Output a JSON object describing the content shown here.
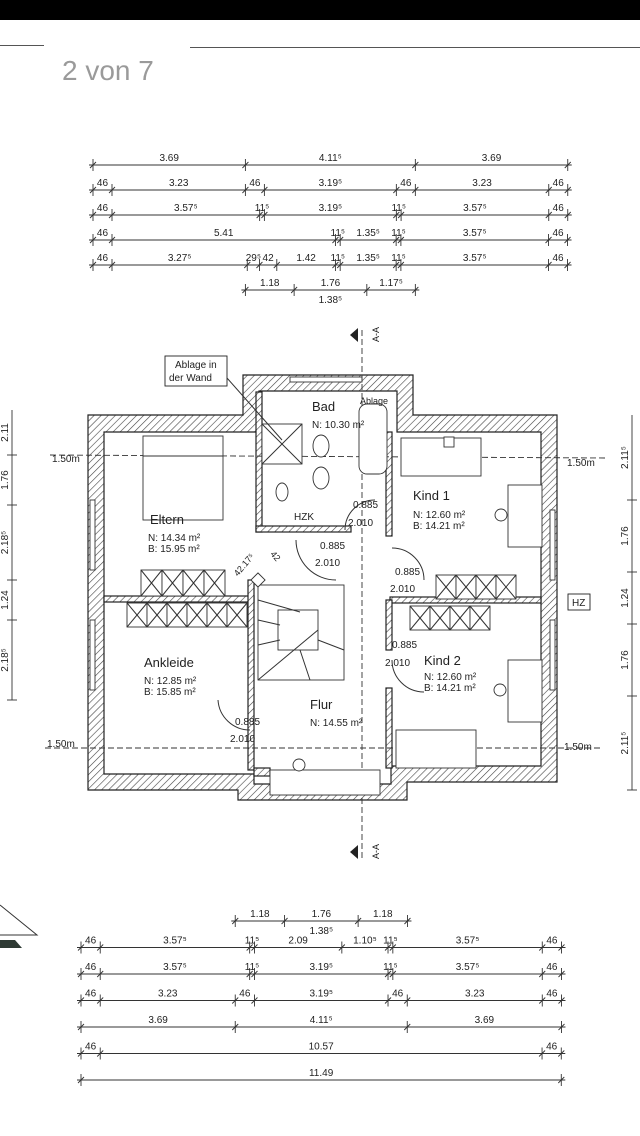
{
  "viewer": {
    "page_counter": "2 von 7"
  },
  "top_dimensions": [
    {
      "offset": 0,
      "segs": [
        {
          "v": 3.69,
          "label": "3.69"
        },
        {
          "v": 4.115,
          "label": "4.11⁵"
        },
        {
          "v": 3.69,
          "label": "3.69"
        }
      ]
    },
    {
      "offset": 0,
      "segs": [
        {
          "v": 0.46,
          "label": "46"
        },
        {
          "v": 3.23,
          "label": "3.23"
        },
        {
          "v": 0.46,
          "label": "46"
        },
        {
          "v": 3.195,
          "label": "3.19⁵"
        },
        {
          "v": 0.46,
          "label": "46"
        },
        {
          "v": 3.23,
          "label": "3.23"
        },
        {
          "v": 0.46,
          "label": "46"
        }
      ]
    },
    {
      "offset": 0,
      "segs": [
        {
          "v": 0.46,
          "label": "46"
        },
        {
          "v": 3.575,
          "label": "3.57⁵"
        },
        {
          "v": 0.115,
          "label": "11⁵"
        },
        {
          "v": 3.195,
          "label": "3.19⁵"
        },
        {
          "v": 0.115,
          "label": "11⁵"
        },
        {
          "v": 3.575,
          "label": "3.57⁵"
        },
        {
          "v": 0.46,
          "label": "46"
        }
      ]
    },
    {
      "offset": 0,
      "segs": [
        {
          "v": 0.46,
          "label": "46"
        },
        {
          "v": 5.41,
          "label": "5.41"
        },
        {
          "v": 0.115,
          "label": "11⁵"
        },
        {
          "v": 1.355,
          "label": "1.35⁵"
        },
        {
          "v": 0.115,
          "label": "11⁵"
        },
        {
          "v": 3.575,
          "label": "3.57⁵"
        },
        {
          "v": 0.46,
          "label": "46"
        }
      ]
    },
    {
      "offset": 0,
      "segs": [
        {
          "v": 0.46,
          "label": "46"
        },
        {
          "v": 3.275,
          "label": "3.27⁵"
        },
        {
          "v": 0.295,
          "label": "29⁵"
        },
        {
          "v": 0.42,
          "label": "42"
        },
        {
          "v": 1.42,
          "label": "1.42"
        },
        {
          "v": 0.115,
          "label": "11⁵"
        },
        {
          "v": 1.355,
          "label": "1.35⁵"
        },
        {
          "v": 0.115,
          "label": "11⁵"
        },
        {
          "v": 3.575,
          "label": "3.57⁵"
        },
        {
          "v": 0.46,
          "label": "46"
        }
      ]
    },
    {
      "offset": 3.69,
      "segs": [
        {
          "v": 1.18,
          "label": "1.18"
        },
        {
          "v": 1.76,
          "label": "1.76"
        },
        {
          "v": 1.175,
          "label": "1.17⁵"
        }
      ],
      "sub": "1.38⁵"
    }
  ],
  "bottom_dimensions": [
    {
      "offset": 3.69,
      "segs": [
        {
          "v": 1.18,
          "label": "1.18"
        },
        {
          "v": 1.76,
          "label": "1.76"
        },
        {
          "v": 1.18,
          "label": "1.18"
        }
      ],
      "sub": "1.38⁵"
    },
    {
      "offset": 0,
      "segs": [
        {
          "v": 0.46,
          "label": "46"
        },
        {
          "v": 3.575,
          "label": "3.57⁵"
        },
        {
          "v": 0.115,
          "label": "11⁵"
        },
        {
          "v": 2.09,
          "label": "2.09"
        },
        {
          "v": 1.105,
          "label": "1.10⁵"
        },
        {
          "v": 0.115,
          "label": "11⁵"
        },
        {
          "v": 3.575,
          "label": "3.57⁵"
        },
        {
          "v": 0.46,
          "label": "46"
        }
      ]
    },
    {
      "offset": 0,
      "segs": [
        {
          "v": 0.46,
          "label": "46"
        },
        {
          "v": 3.575,
          "label": "3.57⁵"
        },
        {
          "v": 0.115,
          "label": "11⁵"
        },
        {
          "v": 3.195,
          "label": "3.19⁵"
        },
        {
          "v": 0.115,
          "label": "11⁵"
        },
        {
          "v": 3.575,
          "label": "3.57⁵"
        },
        {
          "v": 0.46,
          "label": "46"
        }
      ]
    },
    {
      "offset": 0,
      "segs": [
        {
          "v": 0.46,
          "label": "46"
        },
        {
          "v": 3.23,
          "label": "3.23"
        },
        {
          "v": 0.46,
          "label": "46"
        },
        {
          "v": 3.195,
          "label": "3.19⁵"
        },
        {
          "v": 0.46,
          "label": "46"
        },
        {
          "v": 3.23,
          "label": "3.23"
        },
        {
          "v": 0.46,
          "label": "46"
        }
      ]
    },
    {
      "offset": 0,
      "segs": [
        {
          "v": 3.69,
          "label": "3.69"
        },
        {
          "v": 4.115,
          "label": "4.11⁵"
        },
        {
          "v": 3.69,
          "label": "3.69"
        }
      ]
    },
    {
      "offset": 0,
      "segs": [
        {
          "v": 0.46,
          "label": "46"
        },
        {
          "v": 10.57,
          "label": "10.57"
        },
        {
          "v": 0.46,
          "label": "46"
        }
      ]
    },
    {
      "offset": 0,
      "segs": [
        {
          "v": 11.49,
          "label": "11.49"
        }
      ]
    }
  ],
  "side_dimensions": {
    "right": [
      "2.11⁵",
      "1.76",
      "1.24",
      "1.76",
      "2.11⁵"
    ],
    "left": [
      "2.11",
      "1.76",
      "2.18⁵",
      "1.24",
      "2.18⁵"
    ]
  },
  "rooms": {
    "bad": {
      "name": "Bad",
      "n": "N: 10.30 m²"
    },
    "eltern": {
      "name": "Eltern",
      "n": "N: 14.34 m²",
      "b": "B: 15.95 m²"
    },
    "kind1": {
      "name": "Kind 1",
      "n": "N: 12.60 m²",
      "b": "B: 14.21 m²"
    },
    "ankleide": {
      "name": "Ankleide",
      "n": "N: 12.85 m²",
      "b": "B: 15.85 m²"
    },
    "kind2": {
      "name": "Kind 2",
      "n": "N: 12.60 m²",
      "b": "B: 14.21 m²"
    },
    "flur": {
      "name": "Flur",
      "n": "N: 14.55 m²"
    }
  },
  "annotations": {
    "ablage_wand_1": "Ablage in",
    "ablage_wand_2": "der Wand",
    "ablage": "Ablage",
    "hzk": "HZK",
    "hz": "HZ",
    "section": "A-A",
    "height_line": "1.50m",
    "shaft_1": "42.17⁵",
    "shaft_2": "42"
  },
  "doors": [
    {
      "w": "0.885",
      "h": "2.010"
    },
    {
      "w": "0.885",
      "h": "2.010"
    },
    {
      "w": "0.885",
      "h": "2.010"
    },
    {
      "w": "0.885",
      "h": "2.010"
    },
    {
      "w": "0.885",
      "h": "2.010"
    }
  ]
}
